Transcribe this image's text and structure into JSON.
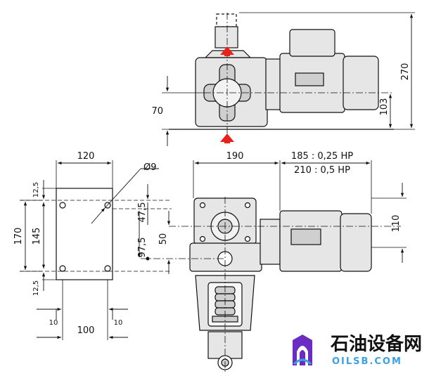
{
  "dimensions": {
    "top_height_270": "270",
    "top_height_103": "103",
    "top_height_70": "70",
    "width_190": "190",
    "motor_185": "185 : 0,25 HP",
    "motor_210": "210 : 0,5  HP",
    "height_110": "110",
    "plate_120": "120",
    "hole_dia": "Ø9",
    "plate_170": "170",
    "plate_145": "145",
    "plate_12_5_top": "12,5",
    "plate_12_5_bottom": "12,5",
    "offset_47_5": "47,5",
    "offset_97_5": "97,5",
    "offset_50": "50",
    "bottom_10_left": "10",
    "bottom_10_right": "10",
    "bottom_100": "100"
  },
  "watermark": {
    "chinese": "石油设备网",
    "site": "OILSB.COM"
  },
  "colors": {
    "body_fill": "#e6e6e6",
    "line": "#111111",
    "arrow_red": "#e8221b",
    "logo_purple": "#6b2cc4",
    "logo_blue": "#3aa0e0"
  }
}
